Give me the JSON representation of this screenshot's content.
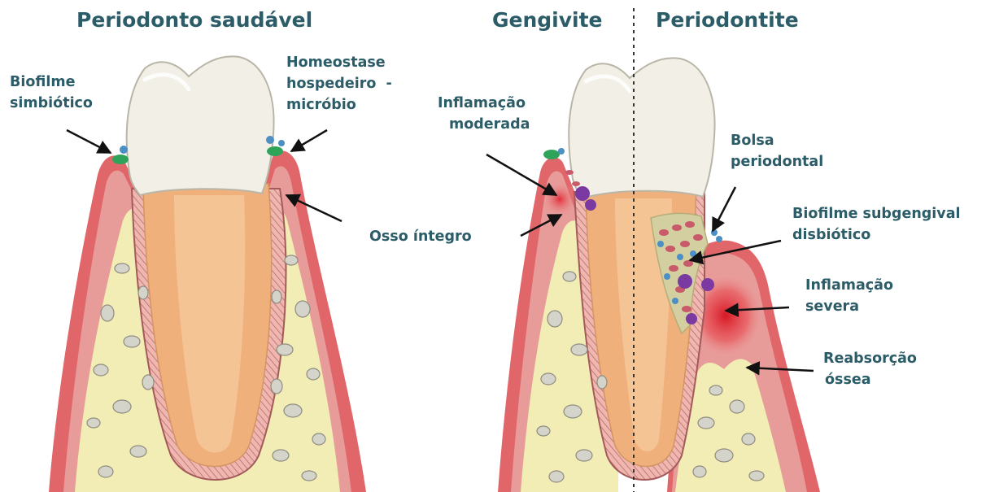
{
  "headings": {
    "healthy": "Periodonto saudável",
    "gingivitis": "Gengivite",
    "periodontitis": "Periodontite"
  },
  "labels": {
    "biofilm_symbiotic": [
      "Biofilme",
      "simbiótico"
    ],
    "homeostasis": [
      "Homeostase",
      "hospedeiro  -",
      "micróbio"
    ],
    "bone_intact": [
      "Osso íntegro"
    ],
    "inflammation_moderate": [
      "Inflamação",
      "moderada"
    ],
    "periodontal_pocket": [
      "Bolsa",
      "periodontal"
    ],
    "biofilm_dysbiotic": [
      "Biofilme subgengival",
      "disbiótico"
    ],
    "inflammation_severe": [
      "Inflamação",
      "severa"
    ],
    "bone_resorption": [
      "Reabsorção",
      "óssea"
    ]
  },
  "colors": {
    "text": "#2b5c68",
    "enamel": "#f1efe6",
    "dentin": "#efb07c",
    "gum": "#e0666a",
    "gum_inner": "#e89c9a",
    "bone": "#f2edb4",
    "bone_pores": "#d4d4cb",
    "pdl": "#c87676",
    "arrows": "#111111",
    "biofilm_green": "#2fa35a",
    "biofilm_blue": "#4c8fc5",
    "pathogen_purple": "#7b3aa2",
    "divider": "#333333"
  }
}
